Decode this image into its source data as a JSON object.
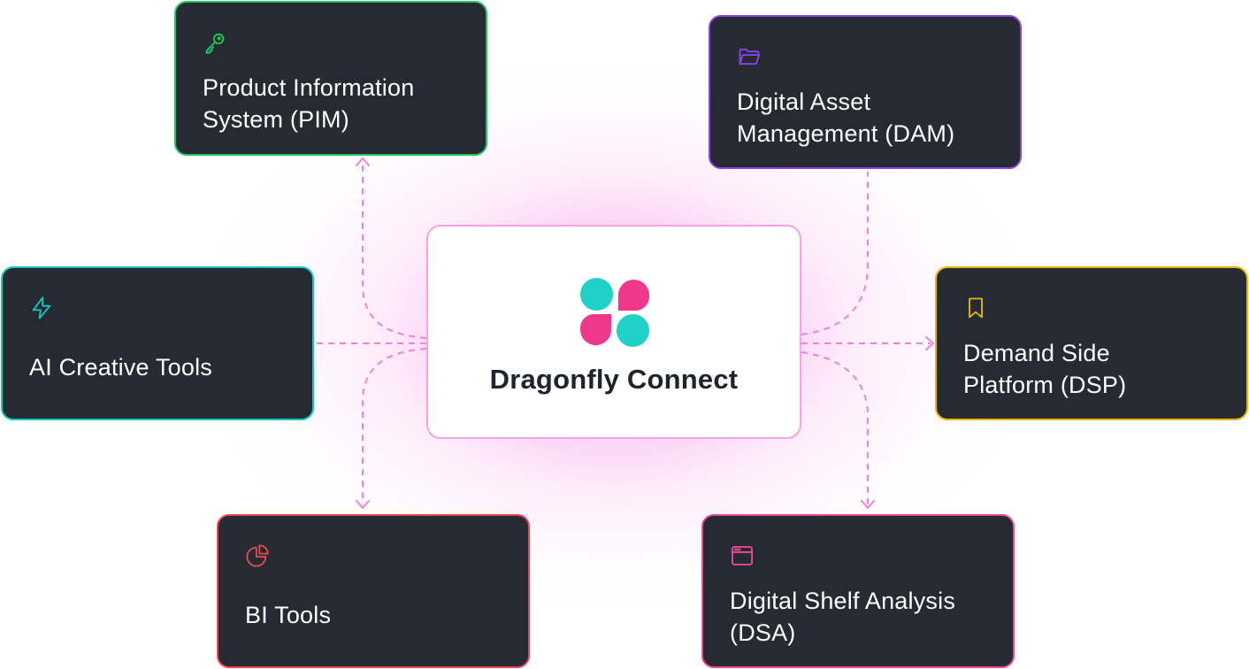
{
  "hub": {
    "title": "Dragonfly Connect",
    "logo_colors": {
      "teal": "#1fd1c6",
      "pink": "#f0388b"
    }
  },
  "systems": {
    "pim": {
      "label_line1": "Product Information",
      "label_line2": "System (PIM)",
      "icon": "key-icon",
      "color": "#22c55e"
    },
    "dam": {
      "label_line1": "Digital Asset",
      "label_line2": "Management (DAM)",
      "icon": "folder-icon",
      "color": "#8b43e8"
    },
    "ai": {
      "label_line1": "AI Creative Tools",
      "label_line2": "",
      "icon": "lightning-icon",
      "color": "#14c7bd"
    },
    "dsp": {
      "label_line1": "Demand Side",
      "label_line2": "Platform (DSP)",
      "icon": "bookmark-icon",
      "color": "#eab308"
    },
    "bi": {
      "label_line1": "BI Tools",
      "label_line2": "",
      "icon": "pie-chart-icon",
      "color": "#e5484d"
    },
    "dsa": {
      "label_line1": "Digital Shelf Analysis",
      "label_line2": "(DSA)",
      "icon": "browser-window-icon",
      "color": "#ec4899"
    }
  },
  "connector_color": "#f37ee0"
}
